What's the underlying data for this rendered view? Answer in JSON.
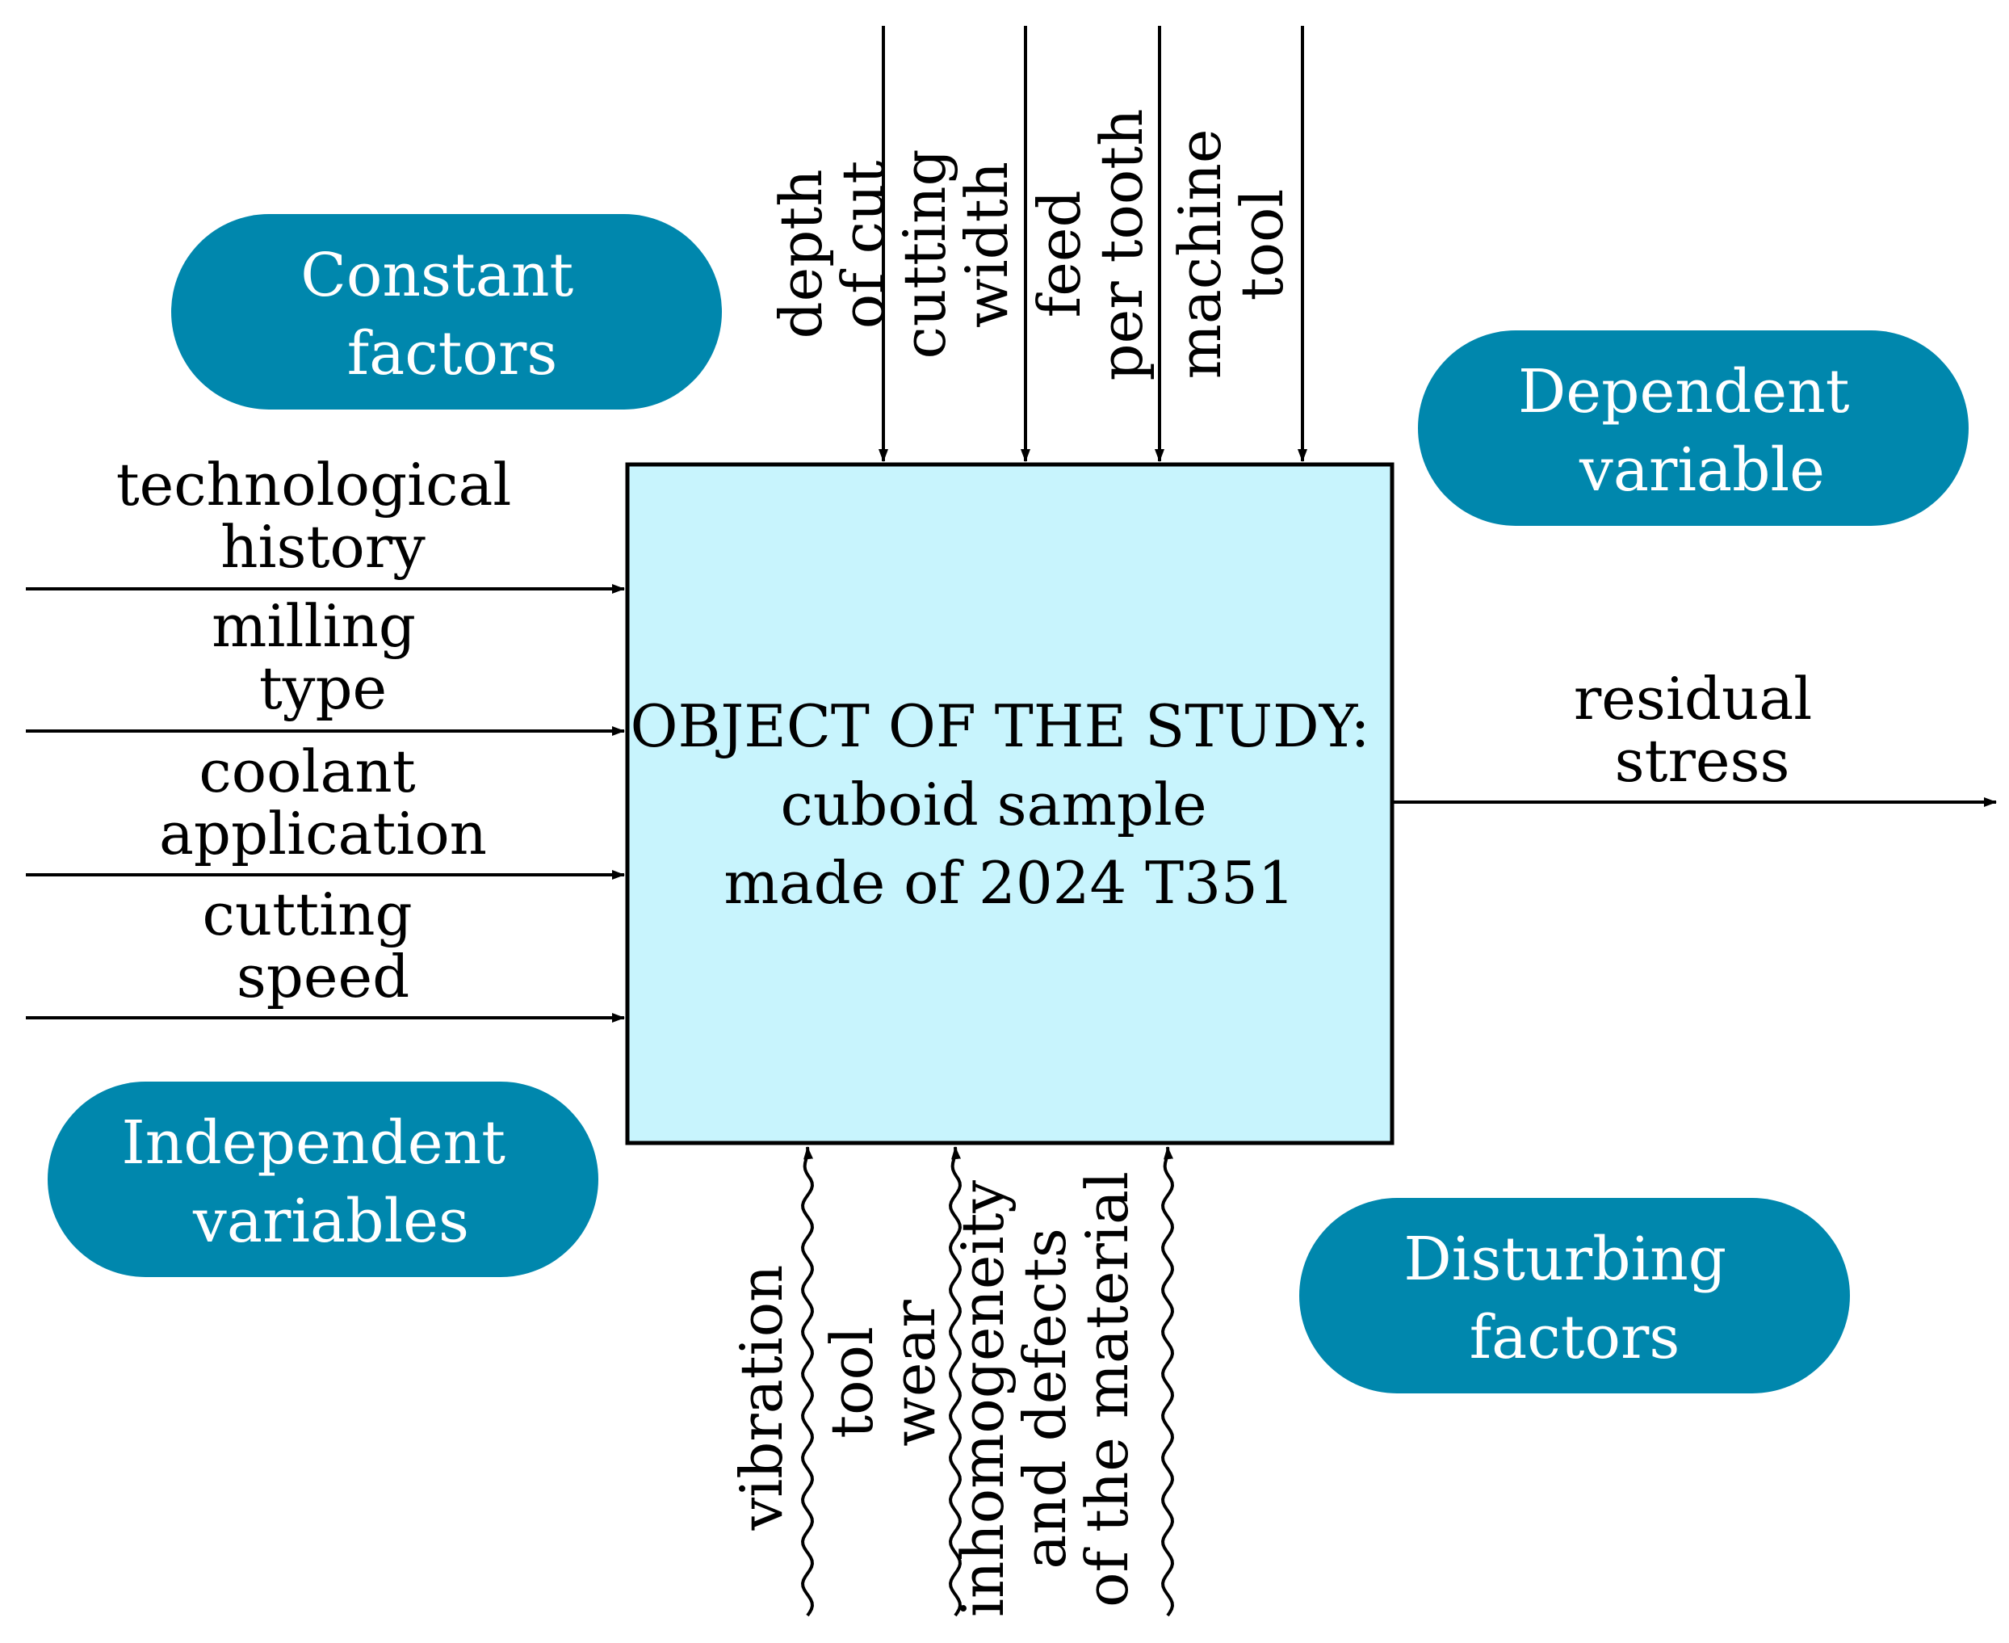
{
  "colors": {
    "pill_fill": "#0087ad",
    "pill_text": "#ffffff",
    "box_fill": "#c8f4fd",
    "line": "#000000"
  },
  "pills": {
    "constant": [
      "Constant",
      "factors"
    ],
    "dependent": [
      "Dependent",
      "variable"
    ],
    "independent": [
      "Independent",
      "variables"
    ],
    "disturbing": [
      "Disturbing",
      "factors"
    ]
  },
  "box": {
    "lines": [
      "OBJECT OF THE STUDY:",
      "cuboid sample",
      "made of 2024 T351"
    ]
  },
  "top_inputs": [
    [
      "depth",
      "of cut"
    ],
    [
      "cutting",
      "width"
    ],
    [
      "feed",
      "per tooth"
    ],
    [
      "machine",
      "tool"
    ]
  ],
  "left_inputs": [
    [
      "technological",
      "history"
    ],
    [
      "milling",
      "type"
    ],
    [
      "coolant",
      "application"
    ],
    [
      "cutting",
      "speed"
    ]
  ],
  "bottom_inputs": [
    [
      "vibration"
    ],
    [
      "tool",
      "wear"
    ],
    [
      "inhomogeneity",
      "and defects",
      "of the material"
    ]
  ],
  "output": [
    "residual",
    "stress"
  ]
}
